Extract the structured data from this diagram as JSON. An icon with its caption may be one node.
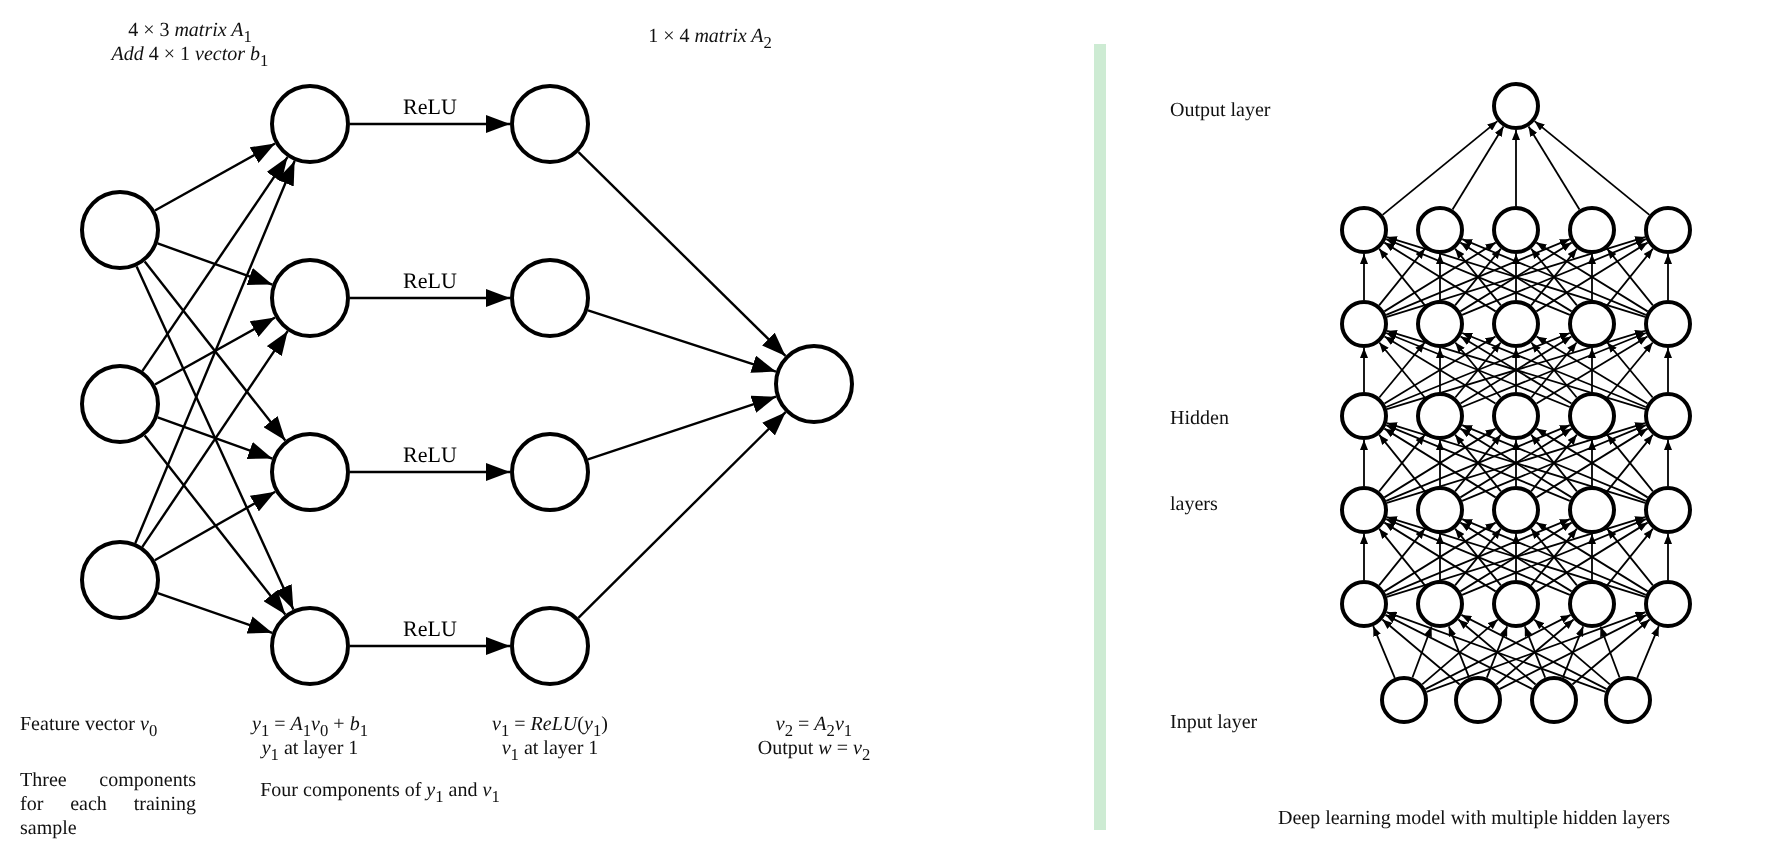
{
  "diagram": {
    "caption": "Deep learning model with multiple hidden layers",
    "nodes": [
      {
        "text": [],
        "shape": "circle"
      },
      {
        "text": [],
        "shape": "circle"
      },
      {
        "text": [],
        "shape": "circle"
      },
      {
        "text": [],
        "shape": "circle"
      },
      {
        "text": [],
        "shape": "circle"
      },
      {
        "text": [],
        "shape": "circle"
      },
      {
        "text": [],
        "shape": "circle"
      },
      {
        "text": [],
        "shape": "circle"
      },
      {
        "text": [],
        "shape": "circle"
      },
      {
        "text": [],
        "shape": "circle"
      },
      {
        "text": [],
        "shape": "circle"
      },
      {
        "text": [],
        "shape": "circle"
      },
      {
        "text": [],
        "shape": "circle"
      },
      {
        "text": [],
        "shape": "circle"
      },
      {
        "text": [],
        "shape": "circle"
      },
      {
        "text": [],
        "shape": "circle"
      },
      {
        "text": [],
        "shape": "circle"
      },
      {
        "text": [],
        "shape": "circle"
      },
      {
        "text": [],
        "shape": "circle"
      },
      {
        "text": [],
        "shape": "circle"
      },
      {
        "text": [],
        "shape": "circle"
      },
      {
        "text": [],
        "shape": "circle"
      },
      {
        "text": [],
        "shape": "circle"
      },
      {
        "text": [],
        "shape": "circle"
      },
      {
        "text": [],
        "shape": "circle"
      },
      {
        "text": [],
        "shape": "circle"
      },
      {
        "text": [],
        "shape": "circle"
      },
      {
        "text": [],
        "shape": "circle"
      },
      {
        "text": [],
        "shape": "circle"
      },
      {
        "text": [],
        "shape": "circle"
      },
      {
        "text": [],
        "shape": "circle"
      },
      {
        "text": [],
        "shape": "circle"
      },
      {
        "text": [],
        "shape": "circle"
      },
      {
        "text": [],
        "shape": "circle"
      },
      {
        "text": [],
        "shape": "circle"
      },
      {
        "text": [],
        "shape": "circle"
      },
      {
        "text": [],
        "shape": "circle"
      },
      {
        "text": [],
        "shape": "circle"
      },
      {
        "text": [],
        "shape": "circle"
      },
      {
        "text": [],
        "shape": "circle"
      },
      {
        "text": [],
        "shape": "circle"
      },
      {
        "text": [],
        "shape": "circle"
      }
    ],
    "edges": [
      {
        "from": 0,
        "to": 3,
        "arrow": "to"
      },
      {
        "from": 0,
        "to": 4,
        "arrow": "to"
      },
      {
        "from": 0,
        "to": 5,
        "arrow": "to"
      },
      {
        "from": 0,
        "to": 6,
        "arrow": "to"
      },
      {
        "from": 1,
        "to": 3,
        "arrow": "to"
      },
      {
        "from": 1,
        "to": 4,
        "arrow": "to"
      },
      {
        "from": 1,
        "to": 5,
        "arrow": "to"
      },
      {
        "from": 1,
        "to": 6,
        "arrow": "to"
      },
      {
        "from": 2,
        "to": 3,
        "arrow": "to"
      },
      {
        "from": 2,
        "to": 4,
        "arrow": "to"
      },
      {
        "from": 2,
        "to": 5,
        "arrow": "to"
      },
      {
        "from": 2,
        "to": 6,
        "arrow": "to"
      },
      {
        "from": 3,
        "to": 7,
        "arrow": "to",
        "label": "ReLU"
      },
      {
        "from": 4,
        "to": 8,
        "arrow": "to",
        "label": "ReLU"
      },
      {
        "from": 5,
        "to": 9,
        "arrow": "to",
        "label": "ReLU"
      },
      {
        "from": 6,
        "to": 10,
        "arrow": "to",
        "label": "ReLU"
      },
      {
        "from": 7,
        "to": 11,
        "arrow": "to"
      },
      {
        "from": 8,
        "to": 11,
        "arrow": "to"
      },
      {
        "from": 9,
        "to": 11,
        "arrow": "to"
      },
      {
        "from": 10,
        "to": 11,
        "arrow": "to"
      },
      {
        "from": 38,
        "to": 33,
        "arrow": "to"
      },
      {
        "from": 38,
        "to": 34,
        "arrow": "to"
      },
      {
        "from": 38,
        "to": 35,
        "arrow": "to"
      },
      {
        "from": 38,
        "to": 36,
        "arrow": "to"
      },
      {
        "from": 38,
        "to": 37,
        "arrow": "to"
      },
      {
        "from": 39,
        "to": 33,
        "arrow": "to"
      },
      {
        "from": 39,
        "to": 34,
        "arrow": "to"
      },
      {
        "from": 39,
        "to": 35,
        "arrow": "to"
      },
      {
        "from": 39,
        "to": 36,
        "arrow": "to"
      },
      {
        "from": 39,
        "to": 37,
        "arrow": "to"
      },
      {
        "from": 40,
        "to": 33,
        "arrow": "to"
      },
      {
        "from": 40,
        "to": 34,
        "arrow": "to"
      },
      {
        "from": 40,
        "to": 35,
        "arrow": "to"
      },
      {
        "from": 40,
        "to": 36,
        "arrow": "to"
      },
      {
        "from": 40,
        "to": 37,
        "arrow": "to"
      },
      {
        "from": 41,
        "to": 33,
        "arrow": "to"
      },
      {
        "from": 41,
        "to": 34,
        "arrow": "to"
      },
      {
        "from": 41,
        "to": 35,
        "arrow": "to"
      },
      {
        "from": 41,
        "to": 36,
        "arrow": "to"
      },
      {
        "from": 41,
        "to": 37,
        "arrow": "to"
      },
      {
        "from": 33,
        "to": 28,
        "arrow": "to"
      },
      {
        "from": 33,
        "to": 29,
        "arrow": "to"
      },
      {
        "from": 33,
        "to": 30,
        "arrow": "to"
      },
      {
        "from": 33,
        "to": 31,
        "arrow": "to"
      },
      {
        "from": 33,
        "to": 32,
        "arrow": "to"
      },
      {
        "from": 34,
        "to": 28,
        "arrow": "to"
      },
      {
        "from": 34,
        "to": 29,
        "arrow": "to"
      },
      {
        "from": 34,
        "to": 30,
        "arrow": "to"
      },
      {
        "from": 34,
        "to": 31,
        "arrow": "to"
      },
      {
        "from": 34,
        "to": 32,
        "arrow": "to"
      },
      {
        "from": 35,
        "to": 28,
        "arrow": "to"
      },
      {
        "from": 35,
        "to": 29,
        "arrow": "to"
      },
      {
        "from": 35,
        "to": 30,
        "arrow": "to"
      },
      {
        "from": 35,
        "to": 31,
        "arrow": "to"
      },
      {
        "from": 35,
        "to": 32,
        "arrow": "to"
      },
      {
        "from": 36,
        "to": 28,
        "arrow": "to"
      },
      {
        "from": 36,
        "to": 29,
        "arrow": "to"
      },
      {
        "from": 36,
        "to": 30,
        "arrow": "to"
      },
      {
        "from": 36,
        "to": 31,
        "arrow": "to"
      },
      {
        "from": 36,
        "to": 32,
        "arrow": "to"
      },
      {
        "from": 37,
        "to": 28,
        "arrow": "to"
      },
      {
        "from": 37,
        "to": 29,
        "arrow": "to"
      },
      {
        "from": 37,
        "to": 30,
        "arrow": "to"
      },
      {
        "from": 37,
        "to": 31,
        "arrow": "to"
      },
      {
        "from": 37,
        "to": 32,
        "arrow": "to"
      },
      {
        "from": 28,
        "to": 23,
        "arrow": "to"
      },
      {
        "from": 28,
        "to": 24,
        "arrow": "to"
      },
      {
        "from": 28,
        "to": 25,
        "arrow": "to"
      },
      {
        "from": 28,
        "to": 26,
        "arrow": "to"
      },
      {
        "from": 28,
        "to": 27,
        "arrow": "to"
      },
      {
        "from": 29,
        "to": 23,
        "arrow": "to"
      },
      {
        "from": 29,
        "to": 24,
        "arrow": "to"
      },
      {
        "from": 29,
        "to": 25,
        "arrow": "to"
      },
      {
        "from": 29,
        "to": 26,
        "arrow": "to"
      },
      {
        "from": 29,
        "to": 27,
        "arrow": "to"
      },
      {
        "from": 30,
        "to": 23,
        "arrow": "to"
      },
      {
        "from": 30,
        "to": 24,
        "arrow": "to"
      },
      {
        "from": 30,
        "to": 25,
        "arrow": "to"
      },
      {
        "from": 30,
        "to": 26,
        "arrow": "to"
      },
      {
        "from": 30,
        "to": 27,
        "arrow": "to"
      },
      {
        "from": 31,
        "to": 23,
        "arrow": "to"
      },
      {
        "from": 31,
        "to": 24,
        "arrow": "to"
      },
      {
        "from": 31,
        "to": 25,
        "arrow": "to"
      },
      {
        "from": 31,
        "to": 26,
        "arrow": "to"
      },
      {
        "from": 31,
        "to": 27,
        "arrow": "to"
      },
      {
        "from": 32,
        "to": 23,
        "arrow": "to"
      },
      {
        "from": 32,
        "to": 24,
        "arrow": "to"
      },
      {
        "from": 32,
        "to": 25,
        "arrow": "to"
      },
      {
        "from": 32,
        "to": 26,
        "arrow": "to"
      },
      {
        "from": 32,
        "to": 27,
        "arrow": "to"
      },
      {
        "from": 23,
        "to": 18,
        "arrow": "to"
      },
      {
        "from": 23,
        "to": 19,
        "arrow": "to"
      },
      {
        "from": 23,
        "to": 20,
        "arrow": "to"
      },
      {
        "from": 23,
        "to": 21,
        "arrow": "to"
      },
      {
        "from": 23,
        "to": 22,
        "arrow": "to"
      },
      {
        "from": 24,
        "to": 18,
        "arrow": "to"
      },
      {
        "from": 24,
        "to": 19,
        "arrow": "to"
      },
      {
        "from": 24,
        "to": 20,
        "arrow": "to"
      },
      {
        "from": 24,
        "to": 21,
        "arrow": "to"
      },
      {
        "from": 24,
        "to": 22,
        "arrow": "to"
      },
      {
        "from": 25,
        "to": 18,
        "arrow": "to"
      },
      {
        "from": 25,
        "to": 19,
        "arrow": "to"
      },
      {
        "from": 25,
        "to": 20,
        "arrow": "to"
      },
      {
        "from": 25,
        "to": 21,
        "arrow": "to"
      },
      {
        "from": 25,
        "to": 22,
        "arrow": "to"
      },
      {
        "from": 26,
        "to": 18,
        "arrow": "to"
      },
      {
        "from": 26,
        "to": 19,
        "arrow": "to"
      },
      {
        "from": 26,
        "to": 20,
        "arrow": "to"
      },
      {
        "from": 26,
        "to": 21,
        "arrow": "to"
      },
      {
        "from": 26,
        "to": 22,
        "arrow": "to"
      },
      {
        "from": 27,
        "to": 18,
        "arrow": "to"
      },
      {
        "from": 27,
        "to": 19,
        "arrow": "to"
      },
      {
        "from": 27,
        "to": 20,
        "arrow": "to"
      },
      {
        "from": 27,
        "to": 21,
        "arrow": "to"
      },
      {
        "from": 27,
        "to": 22,
        "arrow": "to"
      },
      {
        "from": 18,
        "to": 13,
        "arrow": "to"
      },
      {
        "from": 18,
        "to": 14,
        "arrow": "to"
      },
      {
        "from": 18,
        "to": 15,
        "arrow": "to"
      },
      {
        "from": 18,
        "to": 16,
        "arrow": "to"
      },
      {
        "from": 18,
        "to": 17,
        "arrow": "to"
      },
      {
        "from": 19,
        "to": 13,
        "arrow": "to"
      },
      {
        "from": 19,
        "to": 14,
        "arrow": "to"
      },
      {
        "from": 19,
        "to": 15,
        "arrow": "to"
      },
      {
        "from": 19,
        "to": 16,
        "arrow": "to"
      },
      {
        "from": 19,
        "to": 17,
        "arrow": "to"
      },
      {
        "from": 20,
        "to": 13,
        "arrow": "to"
      },
      {
        "from": 20,
        "to": 14,
        "arrow": "to"
      },
      {
        "from": 20,
        "to": 15,
        "arrow": "to"
      },
      {
        "from": 20,
        "to": 16,
        "arrow": "to"
      },
      {
        "from": 20,
        "to": 17,
        "arrow": "to"
      },
      {
        "from": 21,
        "to": 13,
        "arrow": "to"
      },
      {
        "from": 21,
        "to": 14,
        "arrow": "to"
      },
      {
        "from": 21,
        "to": 15,
        "arrow": "to"
      },
      {
        "from": 21,
        "to": 16,
        "arrow": "to"
      },
      {
        "from": 21,
        "to": 17,
        "arrow": "to"
      },
      {
        "from": 22,
        "to": 13,
        "arrow": "to"
      },
      {
        "from": 22,
        "to": 14,
        "arrow": "to"
      },
      {
        "from": 22,
        "to": 15,
        "arrow": "to"
      },
      {
        "from": 22,
        "to": 16,
        "arrow": "to"
      },
      {
        "from": 22,
        "to": 17,
        "arrow": "to"
      },
      {
        "from": 13,
        "to": 12,
        "arrow": "to"
      },
      {
        "from": 14,
        "to": 12,
        "arrow": "to"
      },
      {
        "from": 15,
        "to": 12,
        "arrow": "to"
      },
      {
        "from": 16,
        "to": 12,
        "arrow": "to"
      },
      {
        "from": 17,
        "to": 12,
        "arrow": "to"
      }
    ],
    "labels": [
      "4 × 3 *matrix A*$_{1}$",
      "*Add* 4 × 1 *vector b*$_{1}$",
      "1 × 4 *matrix A*$_{2}$",
      "Output layer",
      "Hidden layers",
      "Feature vector *v*$_{0}$",
      "*y*$_{1}$ = *A*$_{1}$*v*$_{0}$ + *b*$_{1}$",
      "*y*$_{1}$ at layer 1",
      "*v*$_{1}$ = *ReLU*(*y*$_{1}$)",
      "*v*$_{1}$ at layer 1",
      "*v*$_{2}$ = *A*$_{2}$*v*$_{1}$",
      "Output *w* = *v*$_{2}$",
      "Input layer",
      "Three components for each training sample",
      "Four components of *y*$_{1}$ and *v*$_{1}$"
    ]
  }
}
